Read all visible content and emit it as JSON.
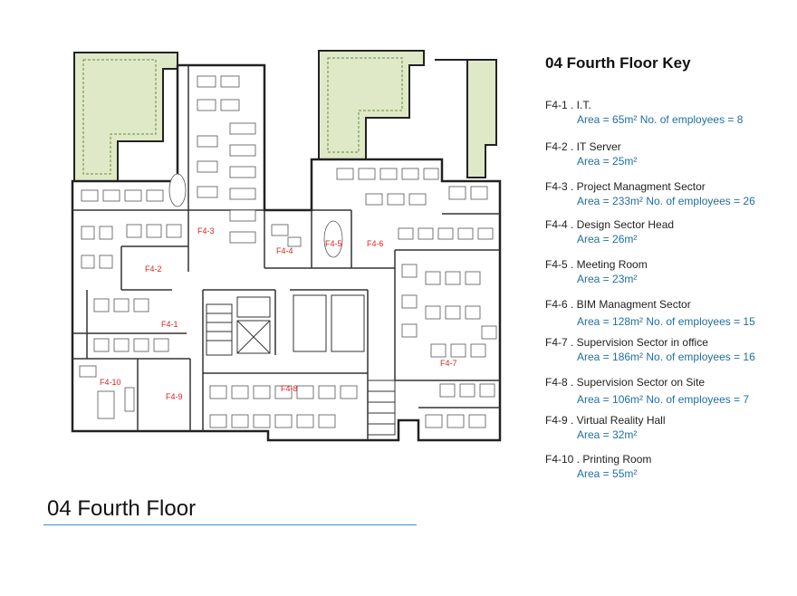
{
  "key": {
    "title": "04 Fourth Floor Key",
    "items": [
      {
        "code": "F4-1",
        "name": "F4-1 . I.T.",
        "detail": "Area = 65m² No. of employees = 8"
      },
      {
        "code": "F4-2",
        "name": "F4-2 . IT Server",
        "detail": "Area = 25m²"
      },
      {
        "code": "F4-3",
        "name": "F4-3 . Project Managment Sector",
        "detail": "Area = 233m² No. of employees = 26"
      },
      {
        "code": "F4-4",
        "name": "F4-4 . Design Sector Head",
        "detail": "Area = 26m²"
      },
      {
        "code": "F4-5",
        "name": "F4-5 . Meeting Room",
        "detail": "Area = 23m²"
      },
      {
        "code": "F4-6",
        "name": "F4-6 . BIM Managment Sector",
        "detail": "Area = 128m² No. of employees = 15"
      },
      {
        "code": "F4-7",
        "name": "F4-7 . Supervision Sector in office",
        "detail": "Area = 186m² No. of employees = 16"
      },
      {
        "code": "F4-8",
        "name": "F4-8 . Supervision Sector on Site",
        "detail": "Area = 106m² No. of employees = 7"
      },
      {
        "code": "F4-9",
        "name": "F4-9 . Virtual Reality Hall",
        "detail": "Area = 32m²"
      },
      {
        "code": "F4-10",
        "name": "F4-10 . Printing Room",
        "detail": "Area = 55m²"
      }
    ]
  },
  "plan": {
    "room_labels": [
      "F4-1",
      "F4-2",
      "F4-3",
      "F4-4",
      "F4-5",
      "F4-6",
      "F4-7",
      "F4-8",
      "F4-9",
      "F4-10"
    ],
    "label_color": "#e02020",
    "wall_color": "#222222",
    "garden_color": "#dfe9c8"
  },
  "floor_title": "04 Fourth Floor"
}
